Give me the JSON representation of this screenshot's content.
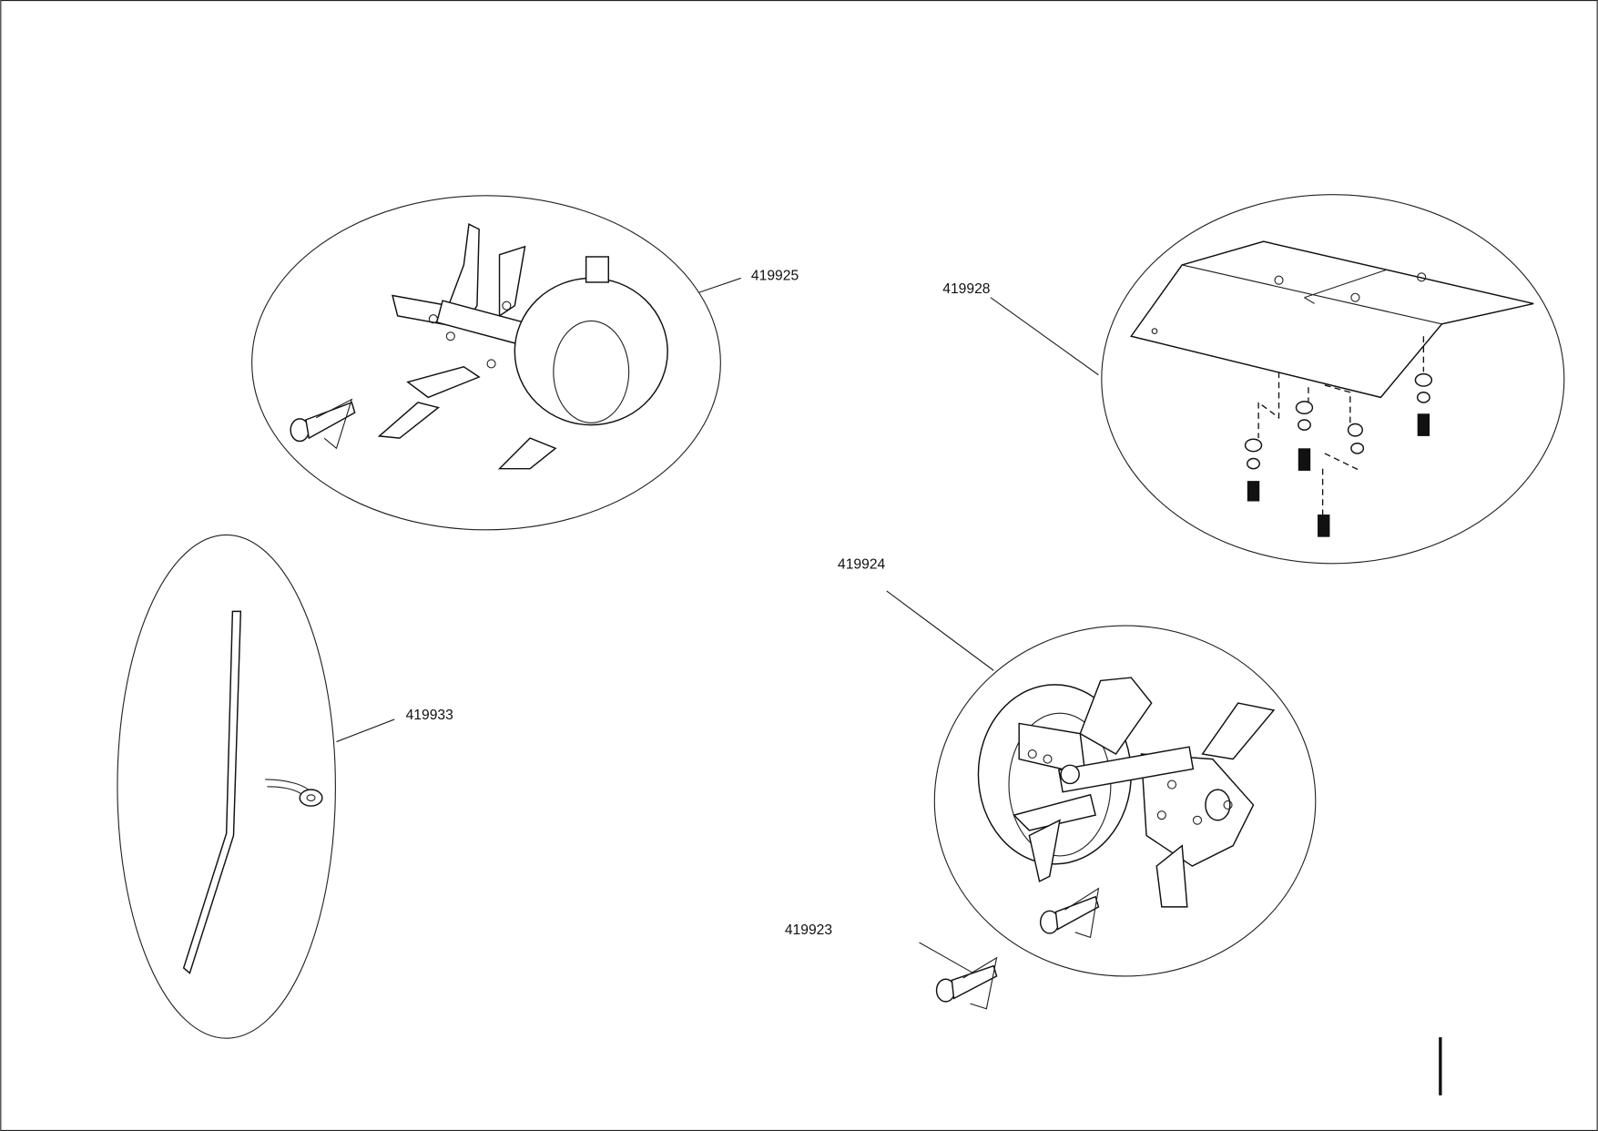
{
  "parts": [
    {
      "id": "tine-outer-left",
      "label": "419925"
    },
    {
      "id": "guard",
      "label": "419928"
    },
    {
      "id": "tine-inner",
      "label": "419924"
    },
    {
      "id": "rod-clip",
      "label": "419933"
    },
    {
      "id": "pin",
      "label": "419923"
    }
  ]
}
